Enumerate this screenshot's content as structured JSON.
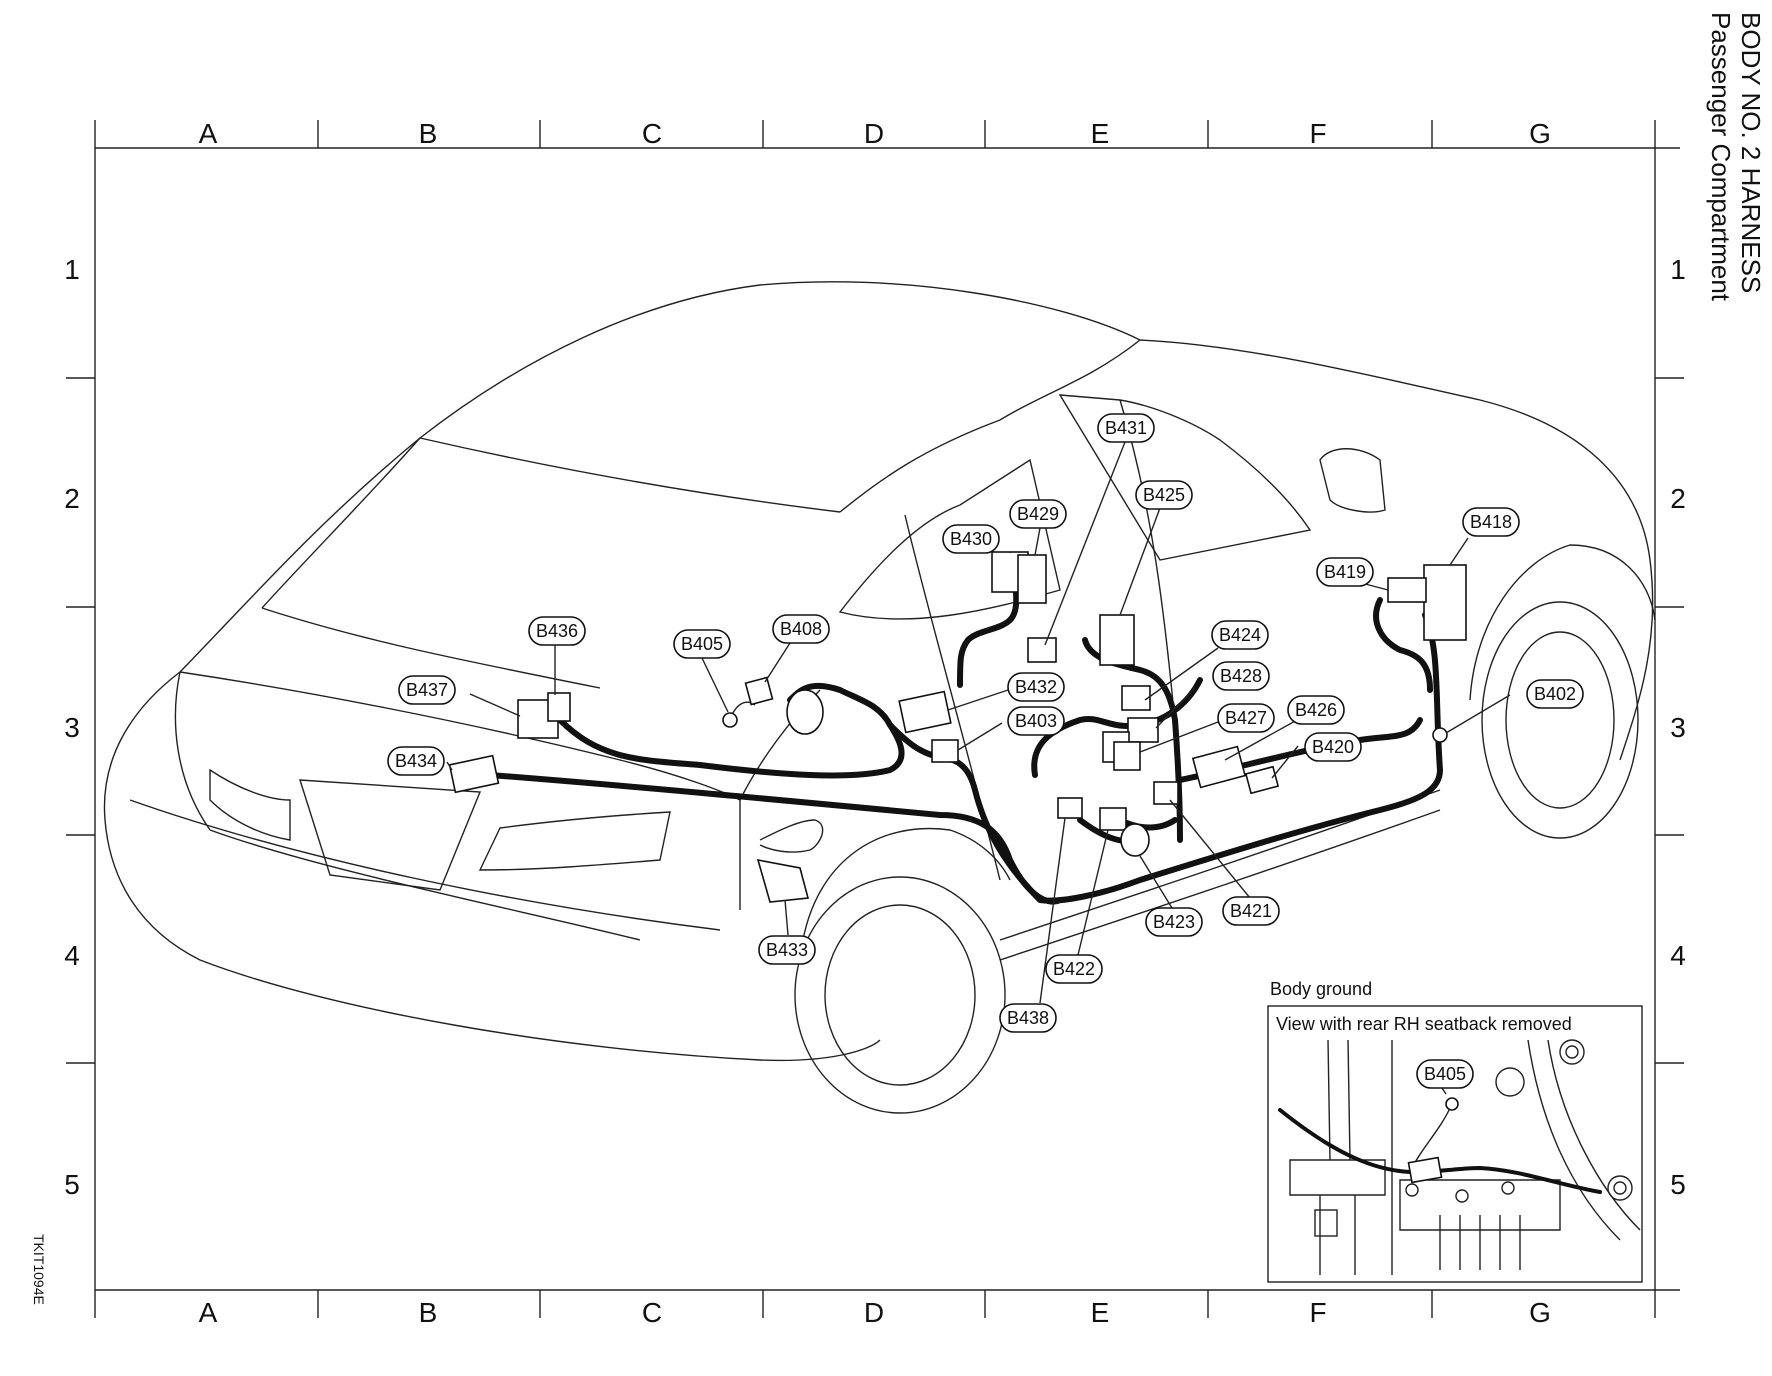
{
  "title": {
    "line1": "BODY NO. 2 HARNESS",
    "line2": "Passenger Compartment"
  },
  "doc_code": "TKIT1094E",
  "grid": {
    "columns": [
      "A",
      "B",
      "C",
      "D",
      "E",
      "F",
      "G"
    ],
    "rows": [
      "1",
      "2",
      "3",
      "4",
      "5"
    ]
  },
  "inset": {
    "heading": "Body ground",
    "caption": "View with rear RH seatback removed",
    "callout": "B405"
  },
  "callouts": [
    "B431",
    "B425",
    "B429",
    "B430",
    "B418",
    "B419",
    "B436",
    "B405",
    "B408",
    "B424",
    "B437",
    "B432",
    "B428",
    "B402",
    "B403",
    "B427",
    "B426",
    "B434",
    "B420",
    "B433",
    "B423",
    "B421",
    "B422",
    "B438"
  ]
}
